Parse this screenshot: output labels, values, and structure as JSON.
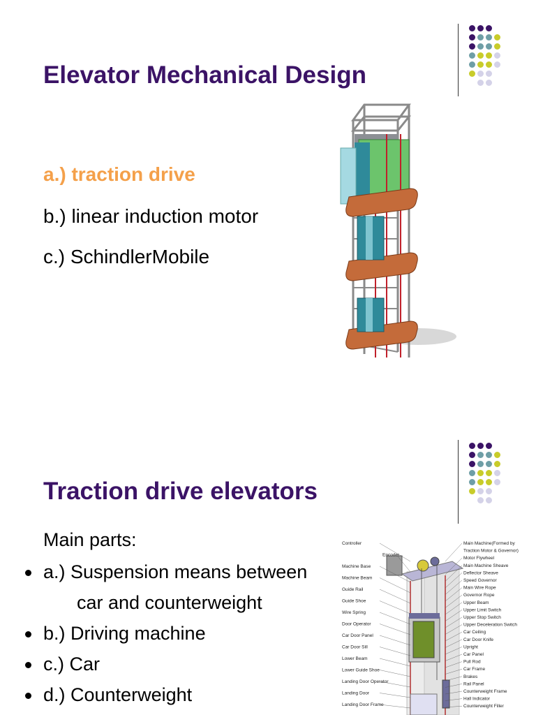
{
  "slide1": {
    "title": "Elevator Mechanical Design",
    "items": [
      {
        "label": "a.) traction drive",
        "active": true
      },
      {
        "label": "b.) linear induction motor",
        "active": false
      },
      {
        "label": "c.) SchindlerMobile",
        "active": false
      }
    ]
  },
  "slide2": {
    "title": "Traction drive elevators",
    "intro": "Main parts:",
    "bullets": [
      {
        "label": "a.) Suspension means between"
      },
      {
        "label": "car and counterweight"
      },
      {
        "label": "b.) Driving machine"
      },
      {
        "label": "c.) Car"
      },
      {
        "label": "d.) Counterweight"
      }
    ],
    "diagram": {
      "left_labels": [
        "Controller",
        "Encoder",
        "Machine Base",
        "Machine Beam",
        "Guide Rail",
        "Guide Shoe",
        "Wire Spring",
        "Door Operator",
        "Car Door Panel",
        "Car Door Sill",
        "Lower Beam",
        "Lower Guide Shoe",
        "Landing Door Operator",
        "Landing Door",
        "Landing Door Frame"
      ],
      "right_labels": [
        "Main Machine(Formed by",
        "Traction Motor & Governor)",
        "Motor Flywheel",
        "Main Machine Sheave",
        "Deflector Sheave",
        "Speed Governor",
        "Main Wire Rope",
        "Governor Rope",
        "Upper Beam",
        "Upper Limit Switch",
        "Upper Stop Switch",
        "Upper Deceleration Switch",
        "Car Ceiling",
        "Car Door Knife",
        "Upright",
        "Car Panel",
        "Pull Rod",
        "Car Frame",
        "Brakes",
        "Rail Panel",
        "Counterweight Frame",
        "Hall Indicator",
        "Counterweight Filler"
      ]
    }
  },
  "colors": {
    "title": "#3b1366",
    "active_item": "#f4a04a",
    "dot_purple": "#3b1366",
    "dot_teal": "#6e9ea6",
    "dot_yellow": "#c8cc2a",
    "dot_lavender": "#d4d2e8"
  }
}
